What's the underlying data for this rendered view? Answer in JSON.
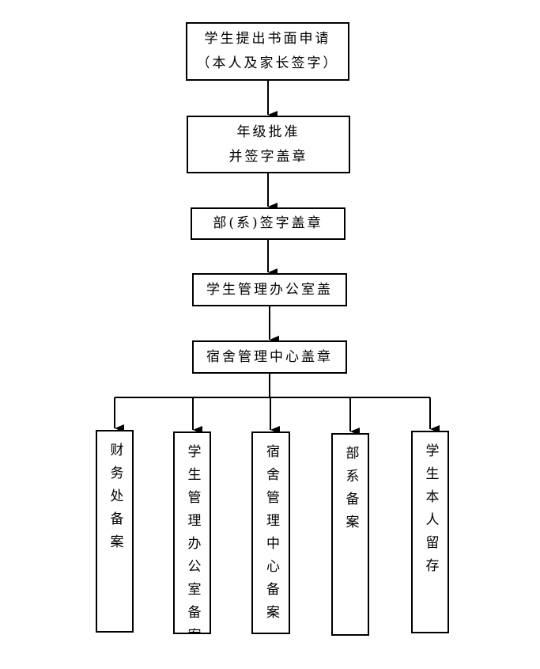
{
  "flow": {
    "step1": {
      "line1": "学生提出书面申请",
      "line2": "（本人及家长签字）"
    },
    "step2": {
      "line1": "年级批准",
      "line2": "并签字盖章"
    },
    "step3": {
      "label": "部(系)签字盖章"
    },
    "step4": {
      "label": "学生管理办公室盖"
    },
    "step5": {
      "label": "宿舍管理中心盖章"
    }
  },
  "archives": [
    {
      "label": "财务处备案"
    },
    {
      "label": "学生管理办公室备案"
    },
    {
      "label": "宿舍管理中心备案"
    },
    {
      "label": "部系备案"
    },
    {
      "label": "学生本人留存"
    }
  ]
}
